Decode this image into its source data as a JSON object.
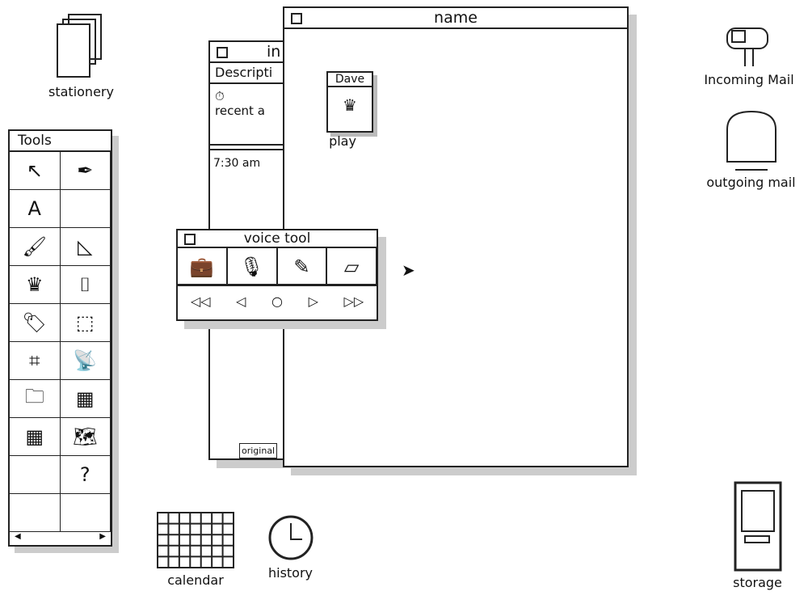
{
  "desktop": {
    "stationery": "stationery",
    "incoming_mail": "Incoming Mail",
    "outgoing_mail": "outgoing mail",
    "storage": "storage",
    "calendar": "calendar",
    "history": "history"
  },
  "tools": {
    "title": "Tools",
    "help": "?",
    "icons": [
      "arrow-tool",
      "pen-tool",
      "text-tool",
      "brush-tool",
      "triangle-tool",
      "stamp-tool",
      "camera-tool",
      "sticker-tool",
      "tag-tool",
      "frame-tool",
      "antenna-tool",
      "folder-tool",
      "map-tool",
      "chart-tool",
      "usa-map-tool"
    ]
  },
  "back_window": {
    "title": "in",
    "tab": "Descripti",
    "item1": "recent",
    "item2": "a",
    "time": "7:30 am",
    "original": "original"
  },
  "name_window": {
    "title": "name",
    "card_title": "Dave",
    "card_label": "play"
  },
  "voice_tool": {
    "title": "voice tool",
    "controls": [
      "◁◁",
      "◁",
      "○",
      "▷",
      "▷▷"
    ]
  }
}
